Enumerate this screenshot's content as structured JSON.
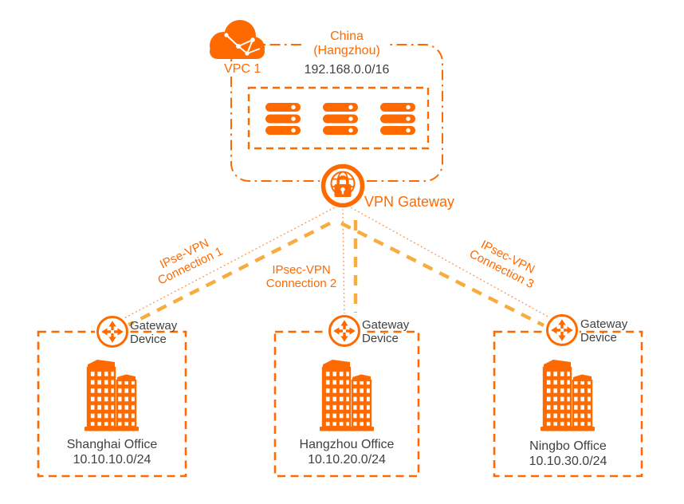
{
  "colors": {
    "orange": "#FF6A00",
    "gold": "#F9AC3E",
    "lite": "#FF9550",
    "ink": "#404040"
  },
  "region": {
    "name_line1": "China",
    "name_line2": "(Hangzhou)",
    "cidr": "192.168.0.0/16"
  },
  "vpc": {
    "label": "VPC 1"
  },
  "vpn_gateway": {
    "label": "VPN Gateway"
  },
  "connections": [
    {
      "name_line1": "IPse-VPN",
      "name_line2": "Connection 1"
    },
    {
      "name_line1": "IPsec-VPN",
      "name_line2": "Connection 2"
    },
    {
      "name_line1": "IPsec-VPN",
      "name_line2": "Connection 3"
    }
  ],
  "gateway_device": {
    "label_line1": "Gateway",
    "label_line2": "Device"
  },
  "offices": [
    {
      "name": "Shanghai Office",
      "cidr": "10.10.10.0/24"
    },
    {
      "name": "Hangzhou Office",
      "cidr": "10.10.20.0/24"
    },
    {
      "name": "Ningbo Office",
      "cidr": "10.10.30.0/24"
    }
  ]
}
